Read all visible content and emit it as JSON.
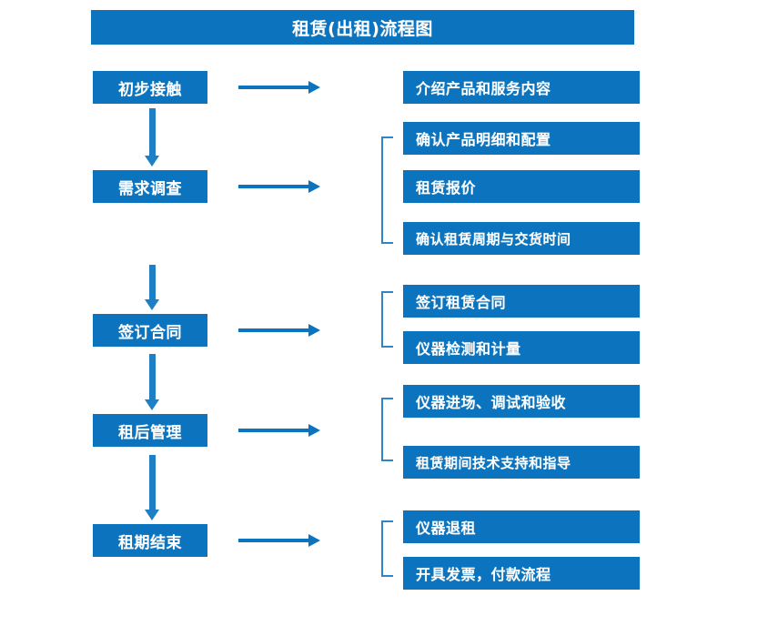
{
  "title": "租赁(出租)流程图",
  "colors": {
    "box_fill": "#0C74BE",
    "box_text": "#FFFFFF",
    "arrow": "#1E7FC4",
    "bracket": "#2E86C8",
    "background": "#FFFFFF"
  },
  "stages": [
    {
      "label": "初步接触"
    },
    {
      "label": "需求调查"
    },
    {
      "label": "签订合同"
    },
    {
      "label": "租后管理"
    },
    {
      "label": "租期结束"
    }
  ],
  "details": [
    {
      "label": "介绍产品和服务内容"
    },
    {
      "label": "确认产品明细和配置"
    },
    {
      "label": "租赁报价"
    },
    {
      "label": "确认租赁周期与交货时间"
    },
    {
      "label": "签订租赁合同"
    },
    {
      "label": "仪器检测和计量"
    },
    {
      "label": "仪器进场、调试和验收"
    },
    {
      "label": "租赁期间技术支持和指导"
    },
    {
      "label": "仪器退租"
    },
    {
      "label": "开具发票，付款流程"
    }
  ],
  "connectors": {
    "stage_to_detail_arrow": "right-arrow",
    "stage_to_stage_arrow": "down-arrow",
    "group_marker": "bracket"
  }
}
